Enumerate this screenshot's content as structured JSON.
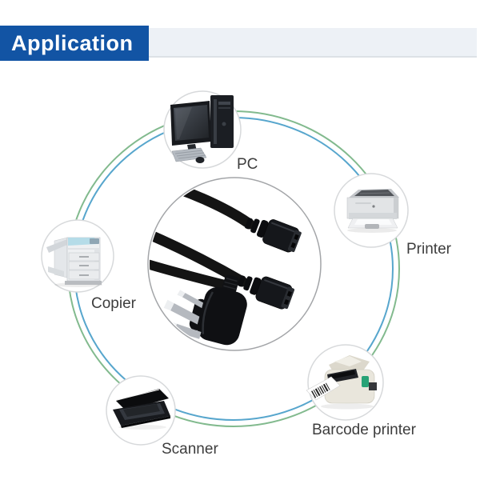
{
  "header": {
    "title": "Application",
    "banner_color": "#1254a4",
    "strip_color": "#edf1f6"
  },
  "diagram": {
    "ring": {
      "outer_color": "#82ba8e",
      "inner_color": "#57a6cd"
    },
    "center_item": {
      "icon": "y-splitter-power-cord-photo"
    },
    "nodes": [
      {
        "id": "pc",
        "label": "PC",
        "icon": "desktop-pc-icon"
      },
      {
        "id": "printer",
        "label": "Printer",
        "icon": "laser-printer-icon"
      },
      {
        "id": "copier",
        "label": "Copier",
        "icon": "office-copier-icon"
      },
      {
        "id": "scanner",
        "label": "Scanner",
        "icon": "flatbed-scanner-icon"
      },
      {
        "id": "barcode-printer",
        "label": "Barcode printer",
        "icon": "barcode-printer-icon"
      }
    ]
  }
}
